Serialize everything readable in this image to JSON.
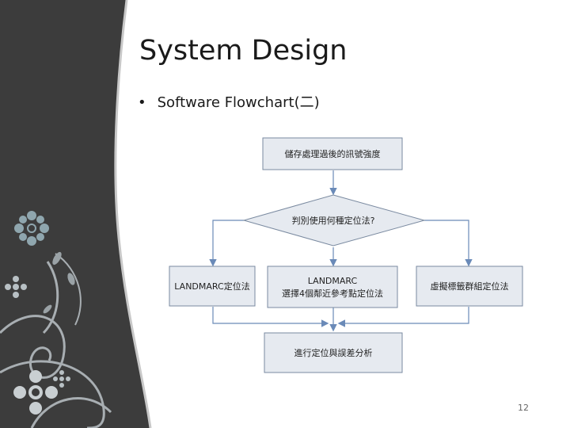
{
  "slide": {
    "title": "System Design",
    "bullet": "Software Flowchart(二)",
    "page_number": "12"
  },
  "flowchart": {
    "nodes": {
      "store": "儲存處理過後的訊號強度",
      "decide": "判別使用何種定位法?",
      "landmarc": "LANDMARC定位法",
      "nearest_line1": "LANDMARC",
      "nearest_line2": "選擇4個鄰近參考點定位法",
      "virtual": "虛擬標籤群組定位法",
      "analyze": "進行定位與誤差分析"
    }
  },
  "colors": {
    "sidebar": "#3a3a3a",
    "box_fill": "#e6eaf0",
    "box_stroke": "#7a8aa0",
    "arrow": "#6a8ab8"
  }
}
